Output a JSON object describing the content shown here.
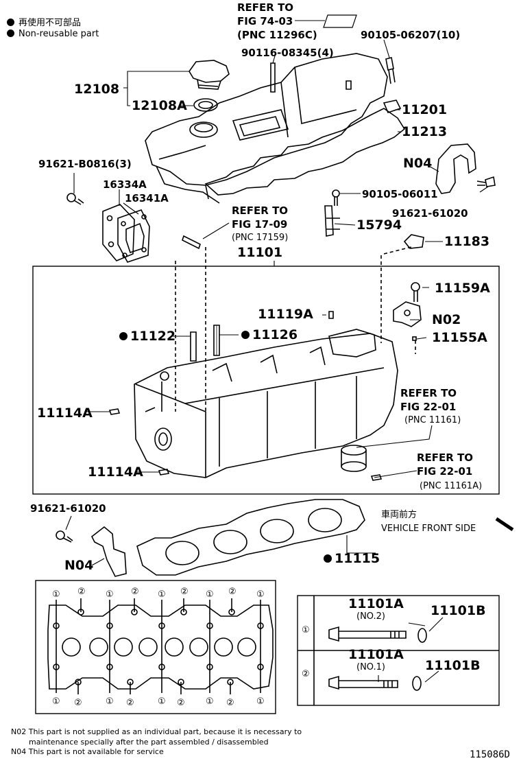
{
  "legend": {
    "jp": "再使用不可部品",
    "en": "Non-reusable part"
  },
  "parts": {
    "p12108": "12108",
    "p12108A": "12108A",
    "p90116": "90116-08345(4)",
    "p90105a": "90105-06207(10)",
    "p11201": "11201",
    "p11213": "11213",
    "p91621b": "91621-B0816(3)",
    "p16334A": "16334A",
    "p16341A": "16341A",
    "n04a": "N04",
    "p90105b": "90105-06011",
    "p91621c": "91621-61020",
    "p15794": "15794",
    "p11183": "11183",
    "p11101": "11101",
    "p11159A": "11159A",
    "p11119A": "11119A",
    "n02": "N02",
    "p11122": "11122",
    "p11126": "11126",
    "p11155A": "11155A",
    "p11114A1": "11114A",
    "p11114A2": "11114A",
    "p91621d": "91621-61020",
    "n04b": "N04",
    "p11115": "11115"
  },
  "refs": {
    "r1": {
      "refer": "REFER TO",
      "fig": "FIG 74-03",
      "pnc": "(PNC 11296C)"
    },
    "r2": {
      "refer": "REFER TO",
      "fig": "FIG 17-09",
      "pnc": "(PNC 17159)"
    },
    "r3": {
      "refer": "REFER TO",
      "fig": "FIG 22-01",
      "pnc": "(PNC 11161)"
    },
    "r4": {
      "refer": "REFER TO",
      "fig": "FIG 22-01",
      "pnc": "(PNC 11161A)"
    }
  },
  "front": {
    "jp": "車両前方",
    "en": "VEHICLE FRONT SIDE"
  },
  "bolt_table": {
    "row1": {
      "marker": "①",
      "part": "11101A",
      "note": "(NO.2)",
      "washer": "11101B"
    },
    "row2": {
      "marker": "②",
      "part": "11101A",
      "note": "(NO.1)",
      "washer": "11101B"
    }
  },
  "bolt_markers": {
    "one": "①",
    "two": "②"
  },
  "notes": {
    "n02_line1": "N02 This part is not supplied as an individual part, because it is necessary to",
    "n02_line2": "maintenance specially after the part assembled / disassembled",
    "n04": "N04 This part is not available for service"
  },
  "diagram_code": "115086D"
}
